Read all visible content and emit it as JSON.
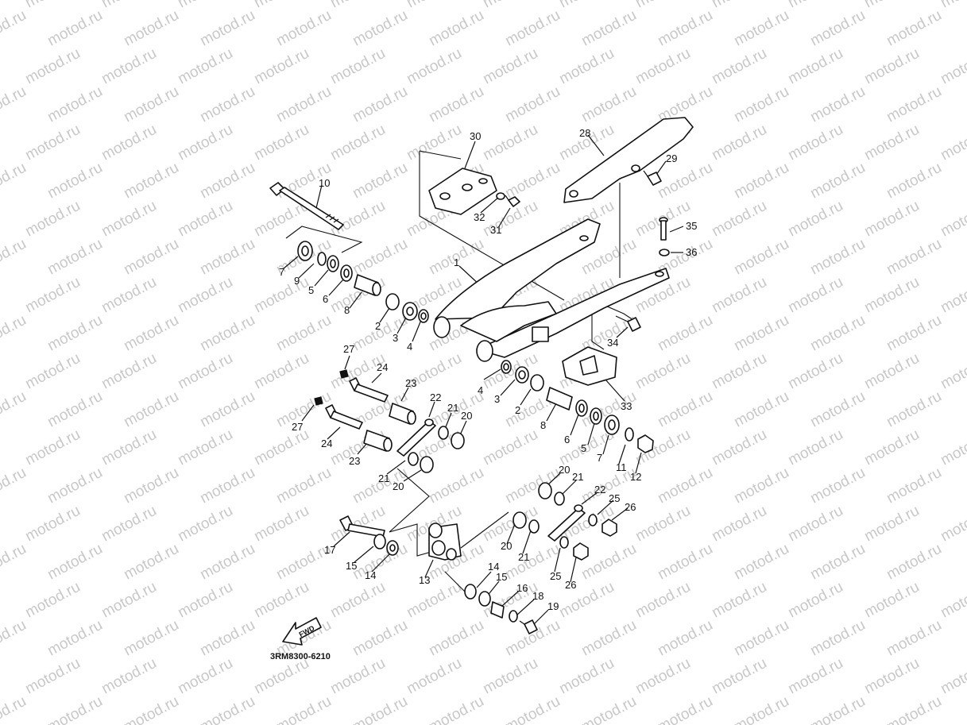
{
  "watermark": {
    "text": "motod.ru"
  },
  "diagram": {
    "code": "3RM8300-6210",
    "fwd_label": "FWD",
    "callouts": [
      "1",
      "2",
      "3",
      "4",
      "5",
      "6",
      "7",
      "8",
      "9",
      "10",
      "11",
      "12",
      "13",
      "14",
      "15",
      "16",
      "17",
      "18",
      "19",
      "20",
      "21",
      "22",
      "23",
      "24",
      "25",
      "26",
      "27",
      "28",
      "29",
      "30",
      "31",
      "32",
      "33",
      "34",
      "35",
      "36",
      "2",
      "3",
      "4",
      "5",
      "6",
      "7",
      "8",
      "14",
      "15",
      "20",
      "20",
      "20",
      "21",
      "21",
      "21",
      "22",
      "23",
      "24",
      "25",
      "26",
      "27"
    ]
  }
}
